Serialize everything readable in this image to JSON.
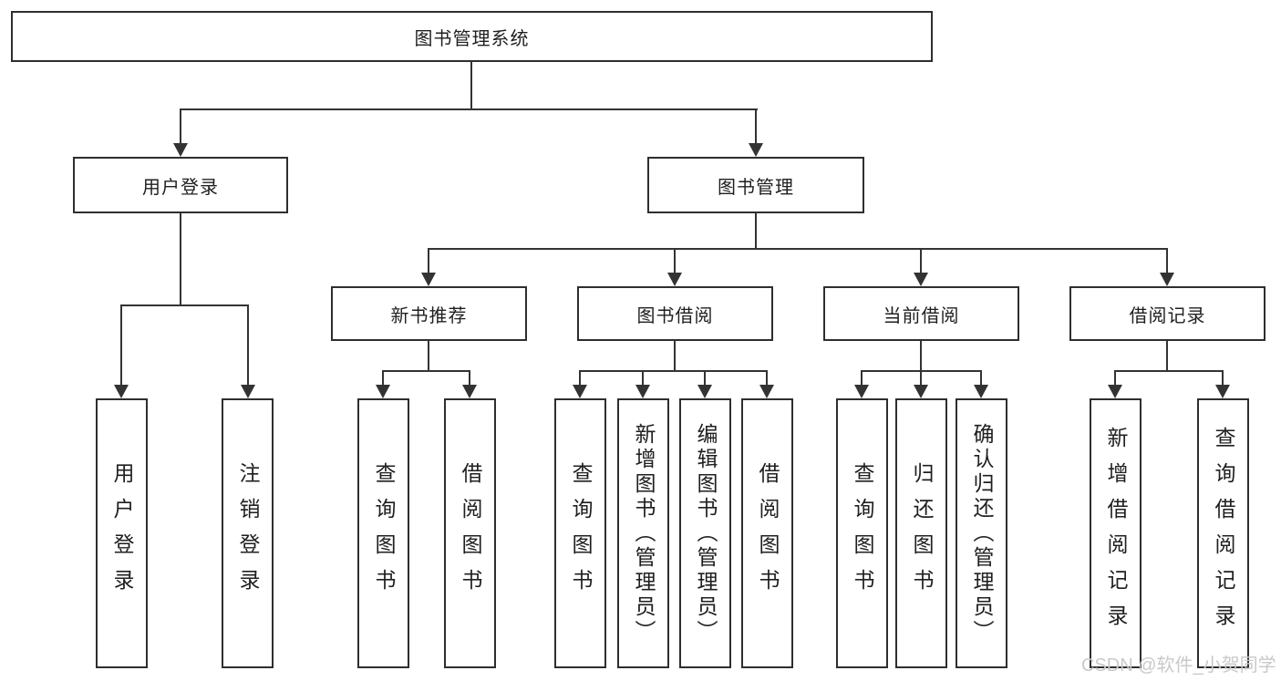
{
  "tree": {
    "label": "图书管理系统",
    "children": [
      {
        "label": "用户登录",
        "children": [
          {
            "label": "用户登录"
          },
          {
            "label": "注销登录"
          }
        ]
      },
      {
        "label": "图书管理",
        "children": [
          {
            "label": "新书推荐",
            "children": [
              {
                "label": "查询图书"
              },
              {
                "label": "借阅图书"
              }
            ]
          },
          {
            "label": "图书借阅",
            "children": [
              {
                "label": "查询图书"
              },
              {
                "label": "新增图书（管理员）"
              },
              {
                "label": "编辑图书（管理员）"
              },
              {
                "label": "借阅图书"
              }
            ]
          },
          {
            "label": "当前借阅",
            "children": [
              {
                "label": "查询图书"
              },
              {
                "label": "归还图书"
              },
              {
                "label": "确认归还（管理员）"
              }
            ]
          },
          {
            "label": "借阅记录",
            "children": [
              {
                "label": "新增借阅记录"
              },
              {
                "label": "查询借阅记录"
              }
            ]
          }
        ]
      }
    ]
  },
  "watermark": "CSDN @软件_小贺同学",
  "colors": {
    "line": "#333333",
    "box_border": "#2e2e2e",
    "text": "#1f1f1f",
    "background": "#ffffff",
    "watermark": "#c9c9c9"
  }
}
